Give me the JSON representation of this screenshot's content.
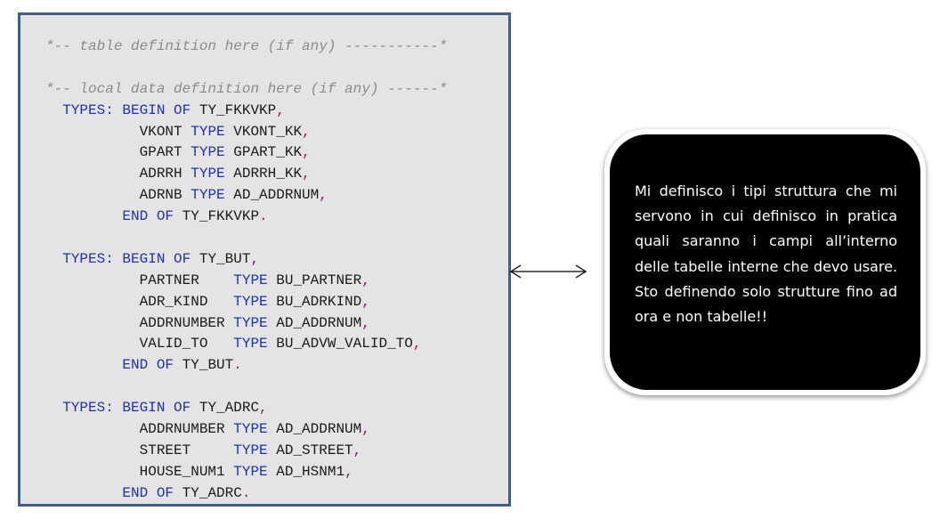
{
  "code_lines": [
    [
      {
        "t": "*-- table definition here (if any) -----------*",
        "c": "comment"
      }
    ],
    [],
    [
      {
        "t": "*-- local data definition here (if any) ------*",
        "c": "comment"
      }
    ],
    [
      {
        "t": "  "
      },
      {
        "t": "TYPES:",
        "c": "kw"
      },
      {
        "t": " "
      },
      {
        "t": "BEGIN OF",
        "c": "kw"
      },
      {
        "t": " TY_FKKVKP"
      },
      {
        "t": ",",
        "c": "punct"
      }
    ],
    [
      {
        "t": "           VKONT "
      },
      {
        "t": "TYPE",
        "c": "kw"
      },
      {
        "t": " VKONT_KK"
      },
      {
        "t": ",",
        "c": "punct"
      }
    ],
    [
      {
        "t": "           GPART "
      },
      {
        "t": "TYPE",
        "c": "kw"
      },
      {
        "t": " GPART_KK"
      },
      {
        "t": ",",
        "c": "punct"
      }
    ],
    [
      {
        "t": "           ADRRH "
      },
      {
        "t": "TYPE",
        "c": "kw"
      },
      {
        "t": " ADRRH_KK"
      },
      {
        "t": ",",
        "c": "punct"
      }
    ],
    [
      {
        "t": "           ADRNB "
      },
      {
        "t": "TYPE",
        "c": "kw"
      },
      {
        "t": " AD_ADDRNUM"
      },
      {
        "t": ",",
        "c": "punct"
      }
    ],
    [
      {
        "t": "         "
      },
      {
        "t": "END OF",
        "c": "kw"
      },
      {
        "t": " TY_FKKVKP"
      },
      {
        "t": ".",
        "c": "punct"
      }
    ],
    [],
    [
      {
        "t": "  "
      },
      {
        "t": "TYPES:",
        "c": "kw"
      },
      {
        "t": " "
      },
      {
        "t": "BEGIN OF",
        "c": "kw"
      },
      {
        "t": " TY_BUT"
      },
      {
        "t": ",",
        "c": "punct"
      }
    ],
    [
      {
        "t": "           PARTNER    "
      },
      {
        "t": "TYPE",
        "c": "kw"
      },
      {
        "t": " BU_PARTNER"
      },
      {
        "t": ",",
        "c": "punct"
      }
    ],
    [
      {
        "t": "           ADR_KIND   "
      },
      {
        "t": "TYPE",
        "c": "kw"
      },
      {
        "t": " BU_ADRKIND"
      },
      {
        "t": ",",
        "c": "punct"
      }
    ],
    [
      {
        "t": "           ADDRNUMBER "
      },
      {
        "t": "TYPE",
        "c": "kw"
      },
      {
        "t": " AD_ADDRNUM"
      },
      {
        "t": ",",
        "c": "punct"
      }
    ],
    [
      {
        "t": "           VALID_TO   "
      },
      {
        "t": "TYPE",
        "c": "kw"
      },
      {
        "t": " BU_ADVW_VALID_TO"
      },
      {
        "t": ",",
        "c": "punct"
      }
    ],
    [
      {
        "t": "         "
      },
      {
        "t": "END OF",
        "c": "kw"
      },
      {
        "t": " TY_BUT"
      },
      {
        "t": ".",
        "c": "punct"
      }
    ],
    [],
    [
      {
        "t": "  "
      },
      {
        "t": "TYPES:",
        "c": "kw"
      },
      {
        "t": " "
      },
      {
        "t": "BEGIN OF",
        "c": "kw"
      },
      {
        "t": " TY_ADRC"
      },
      {
        "t": ",",
        "c": "punct"
      }
    ],
    [
      {
        "t": "           ADDRNUMBER "
      },
      {
        "t": "TYPE",
        "c": "kw"
      },
      {
        "t": " AD_ADDRNUM"
      },
      {
        "t": ",",
        "c": "punct"
      }
    ],
    [
      {
        "t": "           STREET     "
      },
      {
        "t": "TYPE",
        "c": "kw"
      },
      {
        "t": " AD_STREET"
      },
      {
        "t": ",",
        "c": "punct"
      }
    ],
    [
      {
        "t": "           HOUSE_NUM1 "
      },
      {
        "t": "TYPE",
        "c": "kw"
      },
      {
        "t": " AD_HSNM1"
      },
      {
        "t": ",",
        "c": "punct"
      }
    ],
    [
      {
        "t": "         "
      },
      {
        "t": "END OF",
        "c": "kw"
      },
      {
        "t": " TY_ADRC"
      },
      {
        "t": ".",
        "c": "punct"
      }
    ]
  ],
  "callout": {
    "text": "Mi definisco i tipi struttura che mi servono in cui definisco in pratica quali saranno i campi all’interno delle tabelle interne che devo usare. Sto definendo solo strutture fino ad ora e non tabelle!!"
  },
  "colors": {
    "panel_border": "#3f5f86",
    "panel_background": "#e4e4e4",
    "keyword": "#2030b0",
    "comment": "#8a8a8a",
    "punctuation": "#8a1a6a",
    "callout_background": "#000000",
    "callout_text": "#ffffff"
  },
  "icons": {
    "connector": "double-headed-arrow-icon"
  }
}
